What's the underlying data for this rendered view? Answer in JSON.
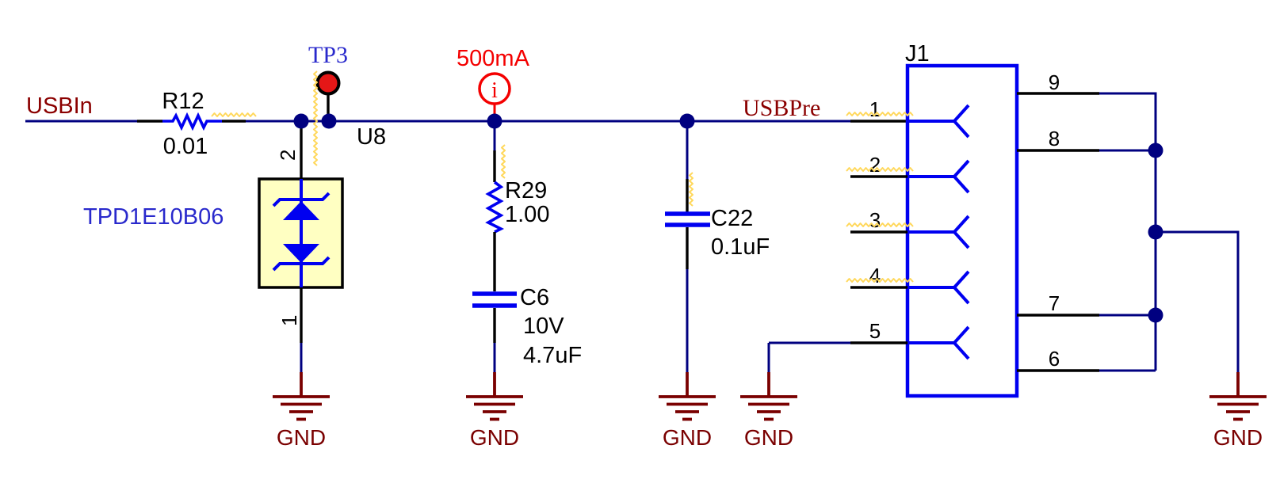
{
  "colors": {
    "wire": "#000080",
    "component": "#0000F0",
    "net_label": "#8B0000",
    "ground": "#7A0000",
    "part_label_blue": "#2929CC",
    "probe_red": "#F40000",
    "highlight": "#FFD85C",
    "tvs_fill": "#FFFFC2",
    "testpoint_fill": "#E51717"
  },
  "nets": {
    "usbin": "USBIn",
    "usbpre": "USBPre"
  },
  "testpoint": {
    "ref": "TP3"
  },
  "probe": {
    "label": "500mA",
    "symbol": "i"
  },
  "r12": {
    "ref": "R12",
    "value": "0.01"
  },
  "tvs": {
    "part": "TPD1E10B06",
    "ref": "U8",
    "pin_top": "2",
    "pin_bottom": "1"
  },
  "r29": {
    "ref": "R29",
    "value": "1.00"
  },
  "c6": {
    "ref": "C6",
    "voltage": "10V",
    "value": "4.7uF"
  },
  "c22": {
    "ref": "C22",
    "value": "0.1uF"
  },
  "j1": {
    "ref": "J1",
    "left_pins": [
      "1",
      "2",
      "3",
      "4",
      "5"
    ],
    "right_pins": [
      "9",
      "8",
      "7",
      "6"
    ]
  },
  "grounds": [
    "GND",
    "GND",
    "GND",
    "GND",
    "GND"
  ]
}
